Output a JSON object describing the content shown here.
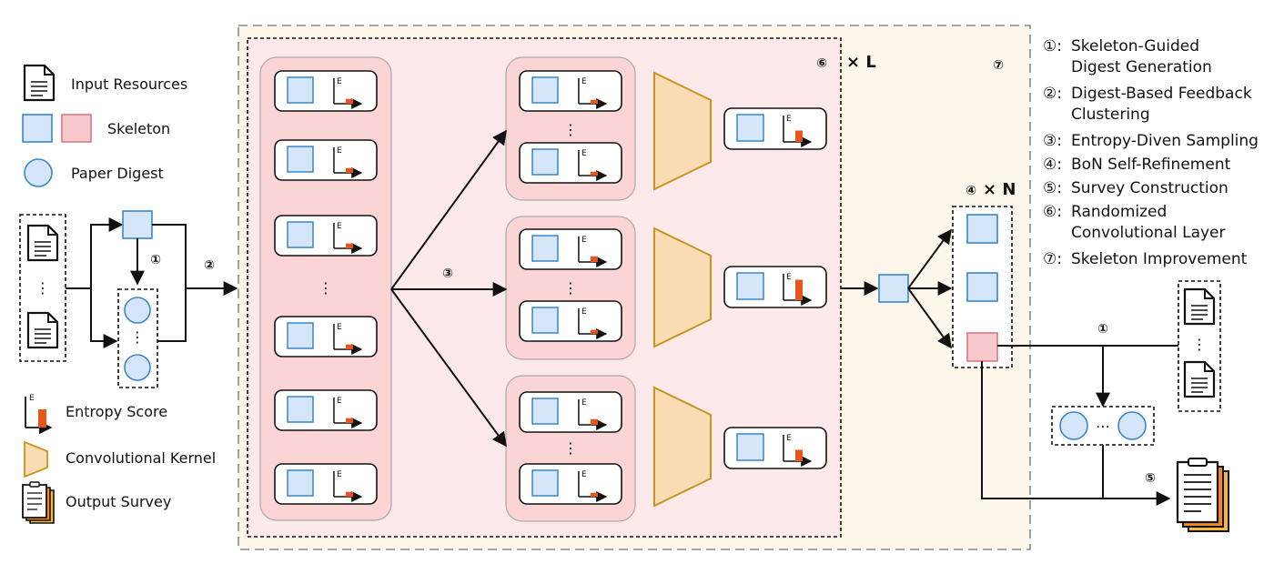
{
  "legend_left": {
    "input_resources": "Input Resources",
    "skeleton": "Skeleton",
    "paper_digest": "Paper Digest",
    "entropy_score": "Entropy Score",
    "convolutional_kernel": "Convolutional Kernel",
    "output_survey": "Output Survey"
  },
  "legend_right": [
    {
      "num": "①:",
      "lines": [
        "Skeleton-Guided",
        "Digest Generation"
      ]
    },
    {
      "num": "②:",
      "lines": [
        "Digest-Based Feedback",
        "Clustering"
      ]
    },
    {
      "num": "③:",
      "lines": [
        "Entropy-Diven Sampling"
      ]
    },
    {
      "num": "④:",
      "lines": [
        "BoN Self-Refinement"
      ]
    },
    {
      "num": "⑤:",
      "lines": [
        "Survey Construction"
      ]
    },
    {
      "num": "⑥:",
      "lines": [
        "Randomized",
        "Convolutional Layer"
      ]
    },
    {
      "num": "⑦:",
      "lines": [
        "Skeleton Improvement"
      ]
    }
  ],
  "step_marks": {
    "s1": "①",
    "s2": "②",
    "s3": "③",
    "s4": "④",
    "s5": "⑤",
    "s6": "⑥",
    "s7": "⑦"
  },
  "multipliers": {
    "layer": "× L",
    "bon": "× N"
  },
  "entropy_axis_label": "E",
  "ellipsis": "⋮",
  "hellipsis": "⋯",
  "colors": {
    "skeleton_blue": "#d6e6fa",
    "skeleton_blue_stroke": "#3a86c8",
    "skeleton_red": "#f8c9cc",
    "digest_blue": "#d6e6fa",
    "entropy_bar": "#e8541b",
    "kernel": "#f9dbb4",
    "kernel_stroke": "#c9951f",
    "outer_panel": "#fdf6ea",
    "inner_panel": "#fde9e9",
    "group_panel": "#fbd4d6"
  }
}
